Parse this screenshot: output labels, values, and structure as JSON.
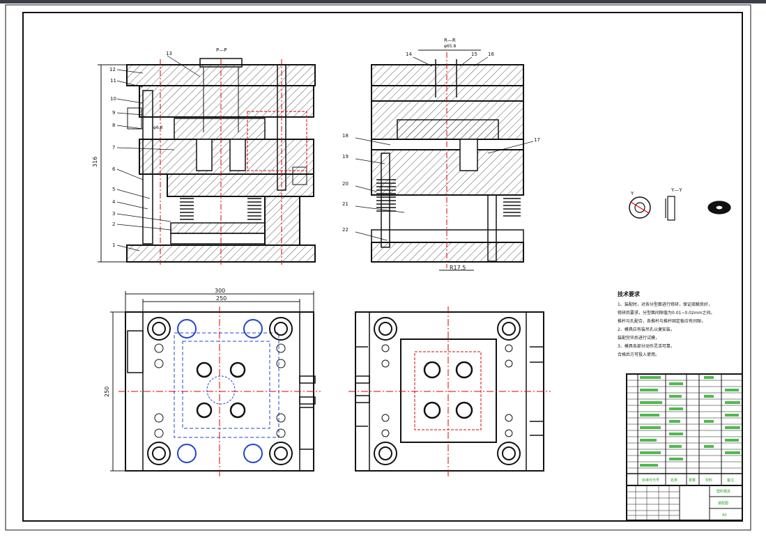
{
  "sheet": {
    "part_labels": [
      "1",
      "2",
      "3",
      "4",
      "5",
      "6",
      "7",
      "8",
      "9",
      "10",
      "11",
      "12",
      "13",
      "14",
      "15",
      "16",
      "17",
      "18",
      "19",
      "20",
      "21",
      "22"
    ],
    "section_pp": "P—P",
    "section_rr": "R—R",
    "section_yy": "Y—Y",
    "view_y": "Y",
    "dim_316": "316",
    "dim_300": "300",
    "dim_250_top": "250",
    "dim_250_side": "250",
    "dim_r175": "R17.5",
    "dim_phi658": "φ65.8",
    "dim_phi": "φ6.8",
    "colors": {
      "line": "#111111",
      "center": "#dd0000",
      "hidden": "#2244cc",
      "bom": "#22aa22"
    }
  },
  "tech": {
    "title": "技术要求",
    "lines": [
      "1、装配时，对各分型面进行修研，保证接触良好，",
      "修研后要求，分型面间隙值为0.01~0.02mm之间。",
      "推杆与孔配合，各推杆与推杆固定板应有间隙，",
      "2、模具应有装吊孔以便安装，",
      "装配完毕后进行试模，",
      "3、模具各部分动作灵活可靠，",
      "合格后方可投入使用。"
    ]
  },
  "titleblock": {
    "header": [
      "标准件代号",
      "名称",
      "数量",
      "材料",
      "备注"
    ],
    "name": "塑料模具",
    "drawing": "装配图",
    "scale": "A0"
  }
}
